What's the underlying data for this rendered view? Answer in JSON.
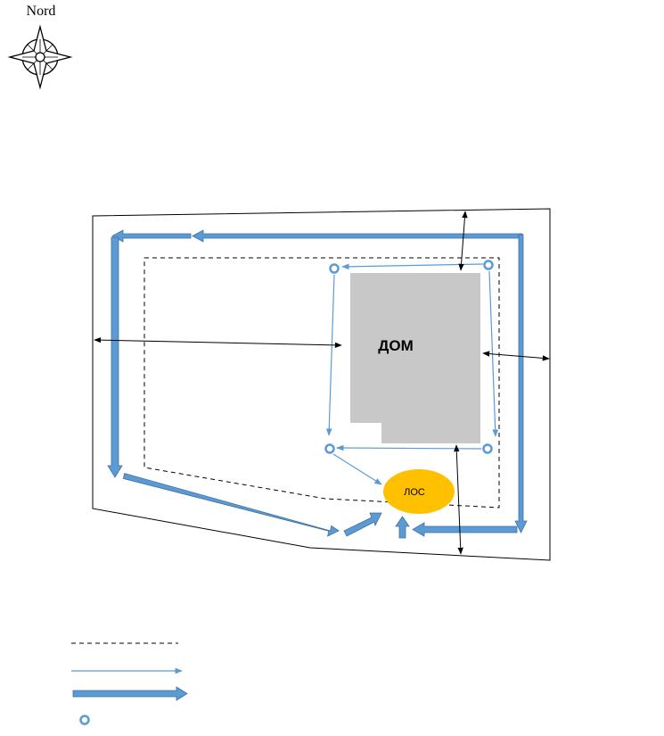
{
  "compass": {
    "label": "Nord",
    "icon": "compass-rose-icon"
  },
  "house": {
    "label": "ДОМ"
  },
  "septic": {
    "label": "ЛОС"
  },
  "colors": {
    "house_fill": "#c8c8c8",
    "septic_fill": "#ffc000",
    "pipe_blue": "#5b9bd5",
    "pipe_outline": "#41719c",
    "line_black": "#000000"
  },
  "legend": {
    "items": [
      {
        "icon": "dashed-line-icon"
      },
      {
        "icon": "thin-arrow-icon"
      },
      {
        "icon": "thick-arrow-icon"
      },
      {
        "icon": "ring-marker-icon"
      }
    ]
  }
}
